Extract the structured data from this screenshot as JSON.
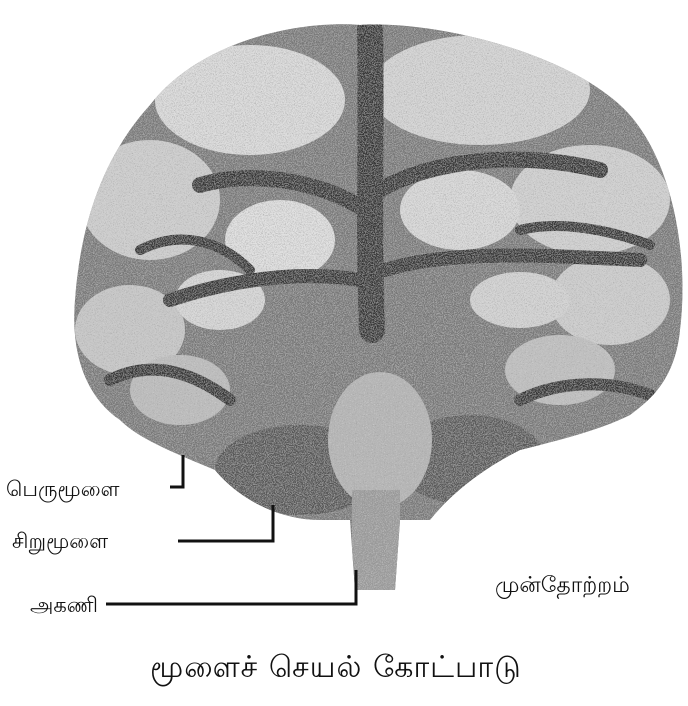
{
  "labels": {
    "cerebrum": "பெருமூளை",
    "cerebellum": "சிறுமூளை",
    "medulla": "அகணி",
    "view": "முன்தோற்றம்"
  },
  "title": "மூளைச் செயல் கோட்பாடு",
  "colors": {
    "ink": "#111111",
    "fold_light": "#dcdcdc",
    "fold_dark": "#3a3a3a",
    "background": "#ffffff"
  }
}
